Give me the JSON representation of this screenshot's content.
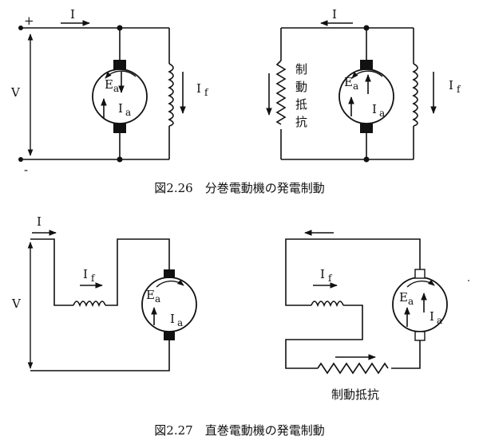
{
  "figure1": {
    "caption": "図2.26　分巻電動機の発電制動",
    "left": {
      "plus": "+",
      "minus": "-",
      "current": "I",
      "voltage": "V",
      "emf": "E",
      "emf_sub": "a",
      "armature_current": "I",
      "armature_sub": "a",
      "field_current": "I",
      "field_sub": "f"
    },
    "right": {
      "current": "I",
      "brake_resistor_label": [
        "制",
        "動",
        "抵",
        "抗"
      ],
      "emf": "E",
      "emf_sub": "a",
      "armature_current": "I",
      "armature_sub": "a",
      "field_current": "I",
      "field_sub": "f"
    }
  },
  "figure2": {
    "caption": "図2.27　直巻電動機の発電制動",
    "left": {
      "current": "I",
      "voltage": "V",
      "field_current": "I",
      "field_sub": "f",
      "emf": "E",
      "emf_sub": "a",
      "armature_current": "I",
      "armature_sub": "a"
    },
    "right": {
      "field_current": "I",
      "field_sub": "f",
      "emf": "E",
      "emf_sub": "a",
      "armature_current": "I",
      "armature_sub": "a",
      "brake_resistor_label": "制動抵抗"
    }
  }
}
